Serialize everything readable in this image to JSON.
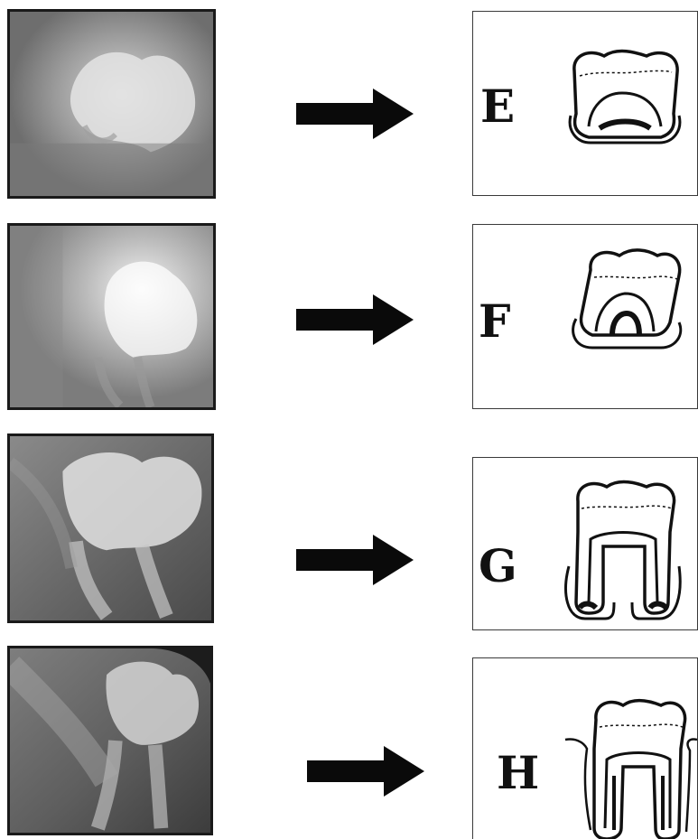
{
  "stages": [
    {
      "letter": "E"
    },
    {
      "letter": "F"
    },
    {
      "letter": "G"
    },
    {
      "letter": "H"
    }
  ],
  "colors": {
    "ink": "#111111",
    "frame": "#1a1a1a",
    "panel_border": "#3a3a3a"
  },
  "icons": {
    "arrow": "right-arrow-icon"
  }
}
